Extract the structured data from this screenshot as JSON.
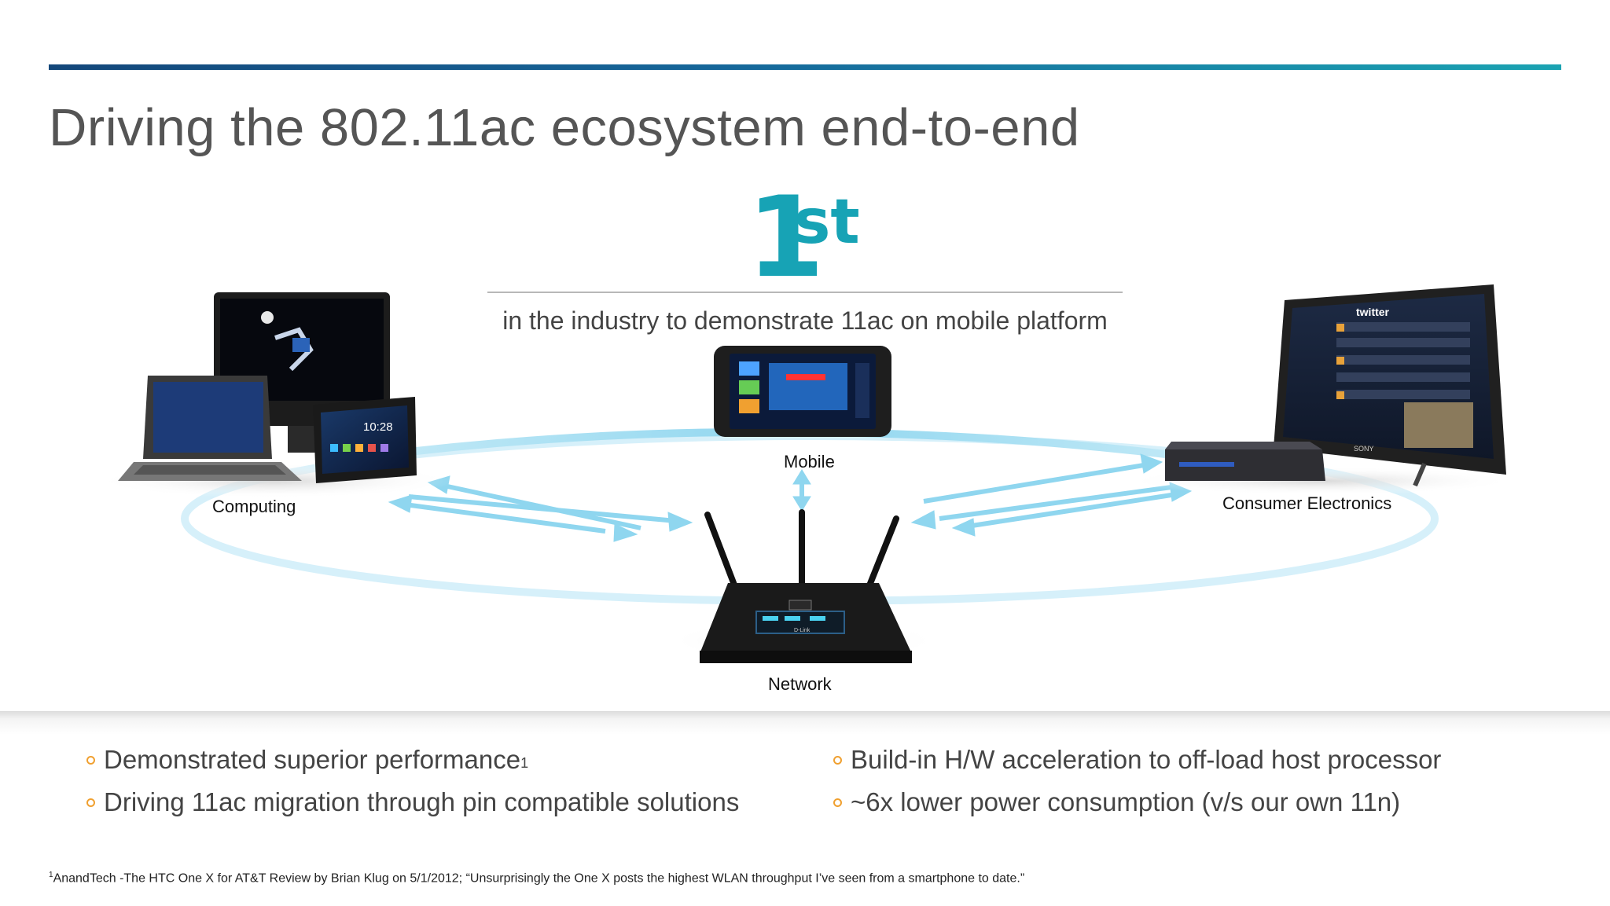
{
  "slide": {
    "title": "Driving the 802.11ac ecosystem end-to-end",
    "highlight_number": "1",
    "highlight_suffix": "st",
    "highlight_caption": "in the industry to demonstrate 11ac on mobile platform",
    "accent_color": "#17a3b5",
    "bullet_color": "#f0a030"
  },
  "diagram": {
    "labels": {
      "computing": "Computing",
      "mobile": "Mobile",
      "consumer_electronics": "Consumer Electronics",
      "network": "Network"
    },
    "device_text": {
      "tablet_clock": "10:28",
      "tv_app": "twitter",
      "tv_brand": "SONY",
      "router_brand": "D-Link"
    },
    "arrow_color": "#8fd6ef"
  },
  "bullets": {
    "left": [
      {
        "text": "Demonstrated superior performance",
        "footnote_ref": "1"
      },
      {
        "text": "Driving 11ac migration through pin compatible solutions",
        "footnote_ref": ""
      }
    ],
    "right": [
      {
        "text": "Build-in H/W acceleration to off-load host processor",
        "footnote_ref": ""
      },
      {
        "text": "~6x lower power consumption (v/s our own 11n)",
        "footnote_ref": ""
      }
    ]
  },
  "footnote": {
    "marker": "1",
    "text": "AnandTech -The HTC One X for AT&T Review by Brian Klug on 5/1/2012; “Unsurprisingly the One X posts the highest WLAN throughput I’ve seen from a smartphone to date.”"
  }
}
